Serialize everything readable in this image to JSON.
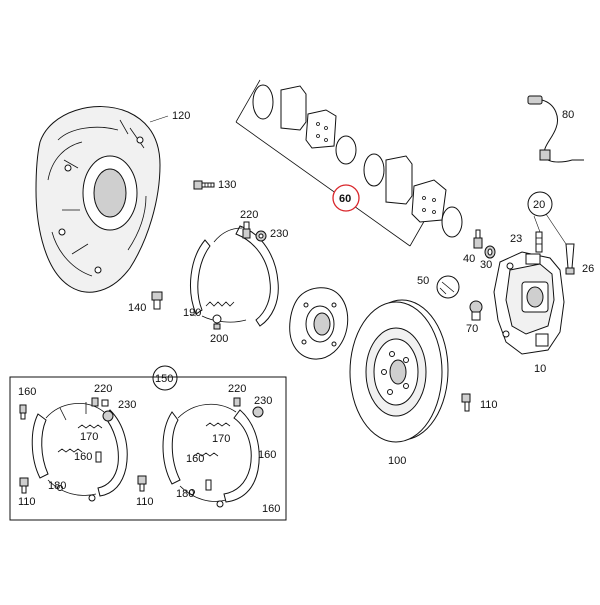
{
  "diagram": {
    "labels": {
      "p10": "10",
      "p20": "20",
      "p23": "23",
      "p26": "26",
      "p30": "30",
      "p40": "40",
      "p50": "50",
      "p60": "60",
      "p70": "70",
      "p80": "80",
      "p100": "100",
      "p110": "110",
      "p120": "120",
      "p130": "130",
      "p140": "140",
      "p150": "150",
      "p160": "160",
      "p170": "170",
      "p180": "180",
      "p190": "190",
      "p200": "200",
      "p220": "220",
      "p230": "230"
    },
    "highlight_color": "#d9262b"
  }
}
